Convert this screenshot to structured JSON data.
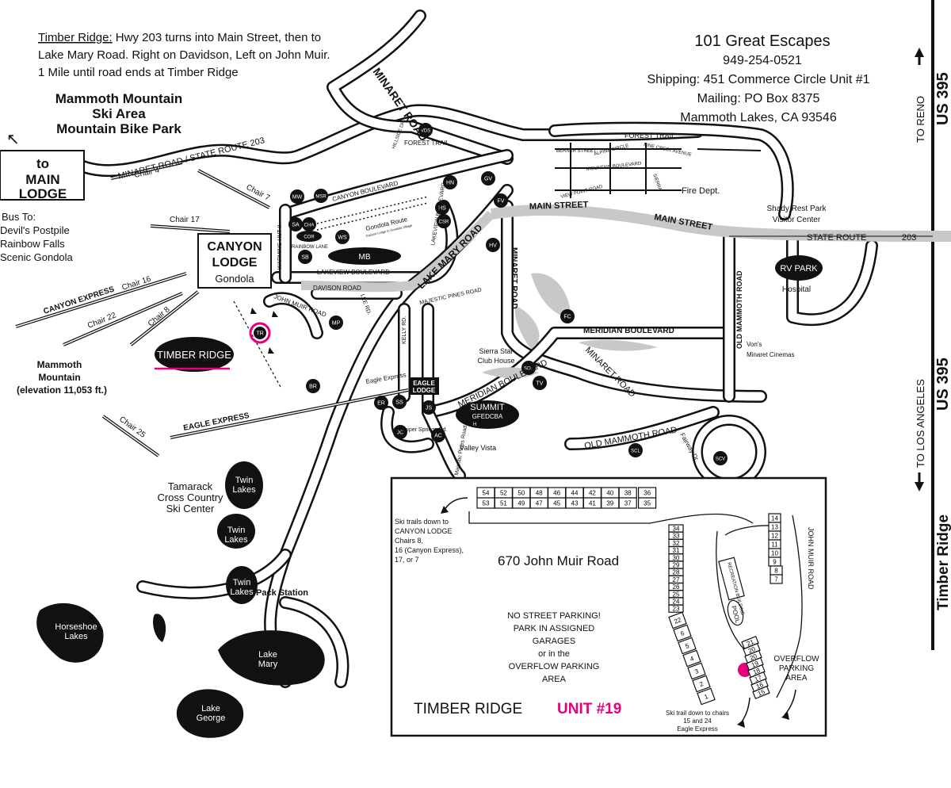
{
  "directions": {
    "lead": "Timber Ridge:",
    "line1": " Hwy 203 turns into Main Street, then to",
    "line2": "Lake Mary Road. Right on Davidson, Left on John Muir.",
    "line3": "1 Mile until road ends at Timber Ridge"
  },
  "company": {
    "name": "101 Great Escapes",
    "phone": "949-254-0521",
    "shipping": "Shipping: 451 Commerce Circle Unit #1",
    "mailing": "Mailing: PO Box 8375",
    "city": "Mammoth Lakes, CA 93546"
  },
  "ski_area": {
    "line1": "Mammoth Mountain",
    "line2": "Ski Area",
    "line3": "Mountain Bike Park"
  },
  "main_lodge": {
    "line1": "to",
    "line2": "MAIN",
    "line3": "LODGE"
  },
  "bus": {
    "line1": "Bus To:",
    "line2": "Devil's Postpile",
    "line3": "Rainbow Falls",
    "line4": "Scenic Gondola"
  },
  "canyon_lodge": {
    "line1": "CANYON",
    "line2": "LODGE",
    "line3": "Gondola"
  },
  "mountain": {
    "line1": "Mammoth",
    "line2": "Mountain",
    "line3": "(elevation 11,053 ft.)"
  },
  "timber_ridge_label": "TIMBER RIDGE",
  "highway": {
    "north_road": "US 395",
    "north_dir": "TO RENO",
    "south_road": "US 395",
    "south_dir": "TO LOS ANGELES",
    "side_label": "Timber Ridge"
  },
  "roads": {
    "minaret_state": "MINARET ROAD / STATE ROUTE 203",
    "minaret_north": "MINARET ROAD",
    "forest_trail": "FOREST TRAIL",
    "forest_trail_2": "FOREST TRAIL",
    "main_street_1": "MAIN STREET",
    "main_street_2": "MAIN STREET",
    "state_route": "STATE ROUTE",
    "state_route_num": "203",
    "canyon_blvd": "CANYON BOULEVARD",
    "lakeview_blvd": "LAKEVIEW BOULEVARD",
    "lakeview_blvd_2": "LAKEVIEW BOULEVARD",
    "davison": "DAVISON ROAD",
    "john_muir": "JOHN MUIR ROAD",
    "lake_mary": "LAKE MARY ROAD",
    "minaret_road_v": "MINARET ROAD",
    "minaret_road_se": "MINARET ROAD",
    "meridian_blvd": "MERIDIAN BOULEVARD",
    "meridian_blvd_2": "MERIDIAN BOULEVARD",
    "old_mammoth_v": "OLD MAMMOTH ROAD",
    "old_mammoth_se": "OLD MAMMOTH ROAD",
    "majestic_pines": "MAJESTIC PINES ROAD",
    "majestic_pines_2": "Majestic Pines Road",
    "kelly": "KELLY RD.",
    "lee": "LEE RD.",
    "warming_hut": "WARMING HUT II",
    "rainbow_lane": "RAINBOW LANE",
    "juniper_springs": "Juniper Springs Rd.",
    "valley_vista": "Valley Vista",
    "fairway": "Fairway Dr.",
    "berner": "BERNER STREET",
    "alpine_circle": "ALPINE CIRCLE",
    "pine_crest": "PINE CREST AVENUE",
    "mountain_blvd": "MOUNTAIN BOULEVARD",
    "view_point": "VIEW POINT ROAD",
    "hillside": "HILLSIDE DR.",
    "sierra": "SIERRA",
    "lakeview_vert": "LAKEVIEW BOULEVARD",
    "gondola_route": "Gondola Route",
    "gondola_sub": "Canyon Lodge to Gondola Village"
  },
  "chairs": [
    "Chair 4",
    "Chair 7",
    "Chair 17",
    "Chair 16",
    "Chair 22",
    "Chair 8",
    "Chair 25"
  ],
  "canyon_express": "CANYON EXPRESS",
  "eagle_express": "EAGLE EXPRESS",
  "eagle_express_small": "Eagle Express",
  "eagle_lodge": {
    "line1": "EAGLE",
    "line2": "LODGE"
  },
  "summit": {
    "line1": "SUMMIT",
    "line2": "GFEDCBA",
    "line3": "H"
  },
  "places": {
    "fire": "Fire Dept.",
    "shady1": "Shady Rest Park",
    "shady2": "Visitor Center",
    "rv": "RV PARK",
    "hospital": "Hospital",
    "vons": "Von's",
    "cinemas": "Minaret Cinemas",
    "sierra_star_1": "Sierra Star",
    "sierra_star_2": "Club House",
    "tamarack_1": "Tamarack",
    "tamarack_2": "Cross Country",
    "tamarack_3": "Ski Center",
    "pack_station": "Pack Station"
  },
  "lakes": {
    "twin_a": "Twin",
    "twin_b": "Lakes",
    "horseshoe_a": "Horseshoe",
    "horseshoe_b": "Lakes",
    "mary_a": "Lake",
    "mary_b": "Mary",
    "george_a": "Lake",
    "george_b": "George"
  },
  "badges": [
    "MW",
    "MSR",
    "SA",
    "CHA",
    "COR",
    "WS",
    "SB",
    "MB",
    "HN",
    "HS",
    "CSR",
    "VDS",
    "GV",
    "FV",
    "HV",
    "MP",
    "TR",
    "BR",
    "FC",
    "SOL",
    "TV",
    "ER",
    "SS",
    "JS",
    "JC",
    "AC",
    "SCL",
    "SCV"
  ],
  "inset": {
    "address": "670 John Muir Road",
    "trails_1": "Ski trails down to",
    "trails_2": "CANYON LODGE",
    "trails_3": "Chairs 8,",
    "trails_4": "16 (Canyon Express),",
    "trails_5": "17, or 7",
    "parking_1": "NO STREET PARKING!",
    "parking_2": "PARK IN ASSIGNED",
    "parking_3": "GARAGES",
    "parking_4": "or in the",
    "parking_5": "OVERFLOW PARKING",
    "parking_6": "AREA",
    "overflow_1": "OVERFLOW",
    "overflow_2": "PARKING",
    "overflow_3": "AREA",
    "john_muir": "JOHN MUIR ROAD",
    "recreation": "RECREATION BUILDING",
    "pool": "POOL",
    "timber_ridge": "TIMBER RIDGE",
    "unit": "UNIT #19",
    "trail_down_1": "Ski trail down to chairs",
    "trail_down_2": "15 and 24",
    "trail_down_3": "Eagle Express",
    "top_row_upper": [
      "54",
      "52",
      "50",
      "48",
      "46",
      "44",
      "42",
      "40",
      "38",
      "36"
    ],
    "top_row_lower": [
      "53",
      "51",
      "49",
      "47",
      "45",
      "43",
      "41",
      "39",
      "37",
      "35"
    ],
    "left_col": [
      "34",
      "33",
      "32",
      "31",
      "30",
      "29",
      "28",
      "27",
      "26",
      "25",
      "24",
      "23",
      "22",
      "6",
      "5",
      "4",
      "3",
      "2",
      "1"
    ],
    "right_col": [
      "14",
      "13",
      "12",
      "11",
      "10",
      "9",
      "8",
      "7"
    ],
    "mid_col": [
      "21",
      "20",
      "20",
      "19",
      "18",
      "17",
      "16",
      "15"
    ]
  },
  "colors": {
    "highlight": "#e6007e",
    "road_gray": "#c8c8c8"
  }
}
